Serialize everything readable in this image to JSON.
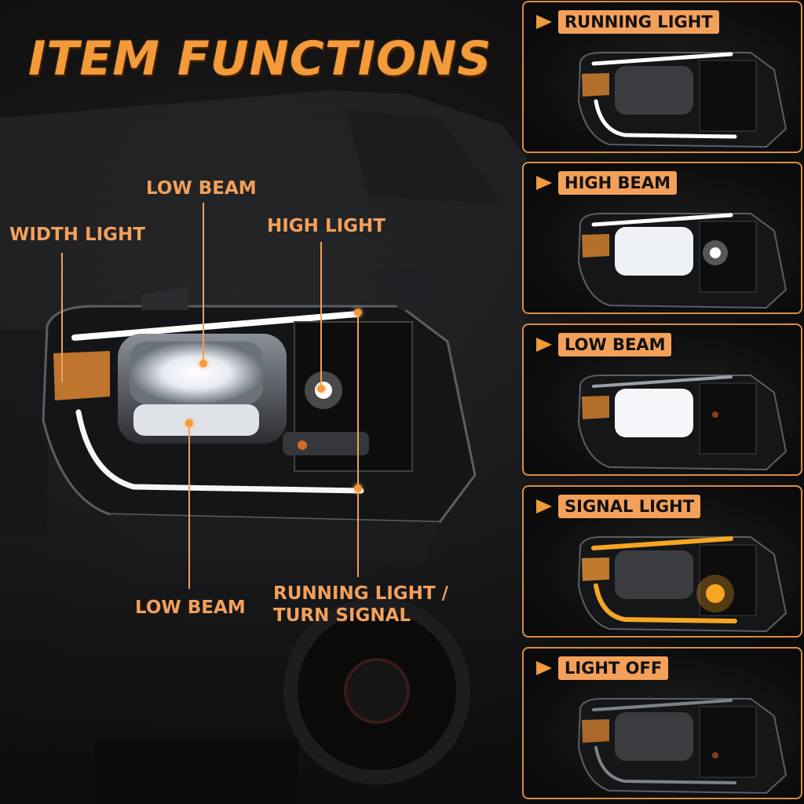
{
  "title": "ITEM FUNCTIONS",
  "callouts": {
    "low_beam_top": "LOW BEAM",
    "width_light": "WIDTH LIGHT",
    "high_light": "HIGH LIGHT",
    "low_beam_bottom": "LOW BEAM",
    "running_line1": "RUNNING LIGHT /",
    "running_line2": "TURN SIGNAL"
  },
  "panels": [
    {
      "label": "RUNNING LIGHT",
      "mode": "running"
    },
    {
      "label": "HIGH BEAM",
      "mode": "high"
    },
    {
      "label": "LOW BEAM",
      "mode": "low"
    },
    {
      "label": "SIGNAL LIGHT",
      "mode": "signal"
    },
    {
      "label": "LIGHT OFF",
      "mode": "off"
    }
  ],
  "colors": {
    "accent": "#f39a3a",
    "label_bg": "#f3a05a",
    "panel_border": "#d98c46",
    "led_white": "#ffffff",
    "signal_amber": "#f5a623"
  },
  "icons": [
    "panel-arrow-icon"
  ]
}
